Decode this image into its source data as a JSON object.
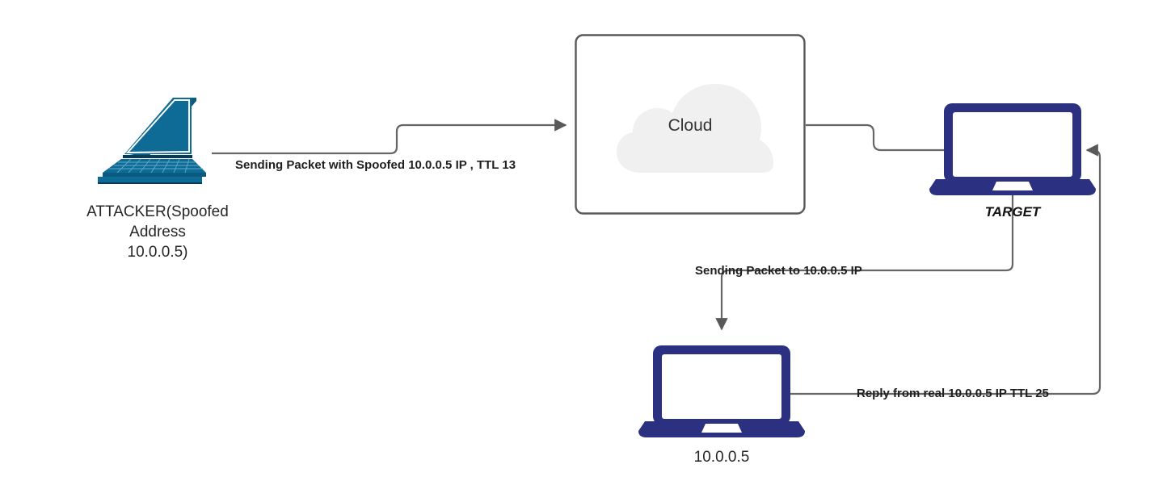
{
  "diagram": {
    "title": "IP Spoofing TTL Analysis Network Diagram",
    "background": "#ffffff",
    "colors": {
      "attacker_device": "#0e6b96",
      "attacker_device_dark": "#0b5a80",
      "target_device": "#2b3180",
      "victim_device": "#2b3180",
      "cloud_fill": "#f0f0f0",
      "box_stroke": "#595959",
      "wire_stroke": "#666666",
      "text": "#1a1a1a"
    }
  },
  "nodes": {
    "attacker": {
      "icon": "laptop-3d-icon",
      "label_lines": [
        "ATTACKER(Spoofed",
        "Address",
        "10.0.0.5)"
      ]
    },
    "cloud": {
      "icon": "cloud-icon",
      "label": "Cloud"
    },
    "target": {
      "icon": "laptop-icon",
      "label": "TARGET"
    },
    "victim": {
      "icon": "laptop-icon",
      "label": "10.0.0.5"
    }
  },
  "edges": [
    {
      "id": "attacker-to-cloud",
      "label": "Sending Packet with Spoofed 10.0.0.5 IP , TTL 13",
      "arrow": "cloud"
    },
    {
      "id": "cloud-to-target",
      "label": "",
      "arrow": "none"
    },
    {
      "id": "target-to-victim",
      "label": "Sending Packet to 10.0.0.5 IP",
      "arrow": "victim"
    },
    {
      "id": "victim-to-target",
      "label": "Reply from real 10.0.0.5 IP TTL 25",
      "arrow": "target"
    }
  ]
}
